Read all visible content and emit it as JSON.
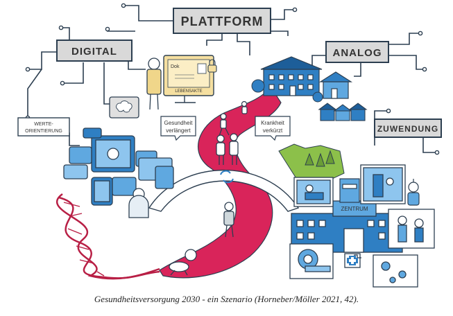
{
  "labels": {
    "plattform": "PLATTFORM",
    "digital": "DIGITAL",
    "analog": "ANALOG",
    "zuwendung": "ZUWENDUNG",
    "werte_line1": "WERTE-",
    "werte_line2": "ORIENTIERUNG",
    "gesundheit_line1": "Gesundheit",
    "gesundheit_line2": "verlängert",
    "krankheit_line1": "Krankheit",
    "krankheit_line2": "verkürzt",
    "lebensakte": "LEBENSAKTE",
    "zentrum": "ZENTRUM",
    "monitor_text": "Dok"
  },
  "caption": "Gesundheitsversorgung 2030 - ein Szenario (Horneber/Möller 2021, 42).",
  "colors": {
    "path": "#d9245a",
    "blue": "#2f7fc3",
    "light_blue": "#5fa8e0",
    "green": "#8cc04a",
    "box_fill": "#d9d9d9",
    "line": "#2c3e50",
    "gold": "#e8c87a"
  },
  "icons": [
    "dna-icon",
    "crawling-baby-icon",
    "walking-person-icon",
    "bridge-icon",
    "house-icon",
    "hospital-icon",
    "virus-icon",
    "robot-icon",
    "tablet-icon",
    "monitor-icon",
    "brain-icon"
  ]
}
